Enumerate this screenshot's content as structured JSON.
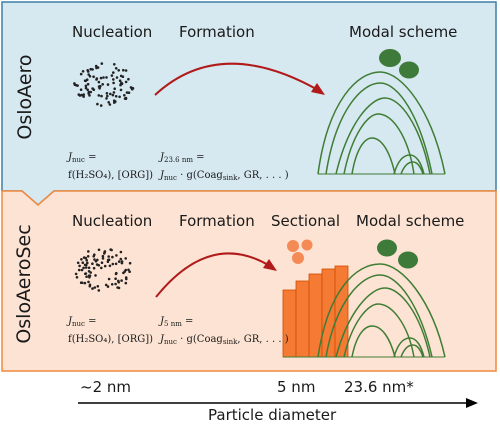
{
  "panels": {
    "top": {
      "name": "OsloAero",
      "nucleation_label": "Nucleation",
      "formation_label": "Formation",
      "modal_label": "Modal scheme",
      "eq_nuc_line1_lhs": "J",
      "eq_nuc_line1_sub": "nuc",
      "eq_nuc_line1_rest": " =",
      "eq_nuc_line2": "f(H₂SO₄), [ORG])",
      "eq_form_line1_lhs": "J",
      "eq_form_line1_sub": "23.6 nm",
      "eq_form_line1_rest": " =",
      "eq_form_line2_a": "J",
      "eq_form_line2_sub": "nuc",
      "eq_form_line2_b": " · g(Coag",
      "eq_form_line2_sub2": "sink",
      "eq_form_line2_c": ", GR, . . . )"
    },
    "bottom": {
      "name": "OsloAeroSec",
      "nucleation_label": "Nucleation",
      "formation_label": "Formation",
      "sectional_label": "Sectional",
      "modal_label": "Modal scheme",
      "eq_nuc_line1_lhs": "J",
      "eq_nuc_line1_sub": "nuc",
      "eq_nuc_line1_rest": " =",
      "eq_nuc_line2": "f(H₂SO₄), [ORG])",
      "eq_form_line1_lhs": "J",
      "eq_form_line1_sub": "5 nm",
      "eq_form_line1_rest": " =",
      "eq_form_line2_a": "J",
      "eq_form_line2_sub": "nuc",
      "eq_form_line2_b": " · g(Coag",
      "eq_form_line2_sub2": "sink",
      "eq_form_line2_c": ", GR, . . . )"
    }
  },
  "axis": {
    "tick_2nm": "~2 nm",
    "tick_5nm": "5 nm",
    "tick_236nm": "23.6 nm*",
    "label": "Particle diameter"
  },
  "colors": {
    "top_fill": "#d6e8f0",
    "top_stroke": "#3f7fa8",
    "bottom_fill": "#fde3d3",
    "bottom_stroke": "#f08a3c",
    "arrow": "#b01a1a",
    "mode_curve": "#3f7d35",
    "mode_blob": "#3e7a3a",
    "section_bar": "#f57a33",
    "section_dot": "#f48a55",
    "dots": "#222222"
  }
}
